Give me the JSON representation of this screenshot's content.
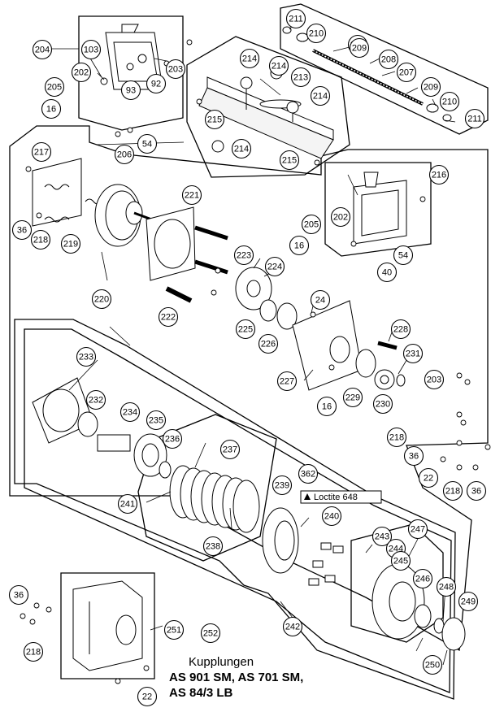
{
  "caption": {
    "title": "Kupplungen",
    "models_line1": "AS 901 SM, AS 701 SM,",
    "models_line2": "AS 84/3 LB"
  },
  "note": {
    "label": "Loctite 648"
  },
  "callouts": [
    {
      "id": "c-211-top",
      "label": "211"
    },
    {
      "id": "c-210-top",
      "label": "210"
    },
    {
      "id": "c-212",
      "label": "212"
    },
    {
      "id": "c-209-top",
      "label": "209"
    },
    {
      "id": "c-208",
      "label": "208"
    },
    {
      "id": "c-207",
      "label": "207"
    },
    {
      "id": "c-209-b",
      "label": "209"
    },
    {
      "id": "c-210-b",
      "label": "210"
    },
    {
      "id": "c-211-b",
      "label": "211"
    },
    {
      "id": "c-204",
      "label": "204"
    },
    {
      "id": "c-103",
      "label": "103"
    },
    {
      "id": "c-203-a",
      "label": "203"
    },
    {
      "id": "c-202-a",
      "label": "202"
    },
    {
      "id": "c-93",
      "label": "93"
    },
    {
      "id": "c-92",
      "label": "92"
    },
    {
      "id": "c-205-a",
      "label": "205"
    },
    {
      "id": "c-16-a",
      "label": "16"
    },
    {
      "id": "c-206",
      "label": "206"
    },
    {
      "id": "c-54-a",
      "label": "54"
    },
    {
      "id": "c-214-a",
      "label": "214"
    },
    {
      "id": "c-214-b",
      "label": "214"
    },
    {
      "id": "c-213",
      "label": "213"
    },
    {
      "id": "c-214-c",
      "label": "214"
    },
    {
      "id": "c-215-a",
      "label": "215"
    },
    {
      "id": "c-214-d",
      "label": "214"
    },
    {
      "id": "c-215-b",
      "label": "215"
    },
    {
      "id": "c-217",
      "label": "217"
    },
    {
      "id": "c-221",
      "label": "221"
    },
    {
      "id": "c-216",
      "label": "216"
    },
    {
      "id": "c-36-a",
      "label": "36"
    },
    {
      "id": "c-218-a",
      "label": "218"
    },
    {
      "id": "c-219",
      "label": "219"
    },
    {
      "id": "c-202-b",
      "label": "202"
    },
    {
      "id": "c-205-b",
      "label": "205"
    },
    {
      "id": "c-16-b",
      "label": "16"
    },
    {
      "id": "c-54-b",
      "label": "54"
    },
    {
      "id": "c-40",
      "label": "40"
    },
    {
      "id": "c-223",
      "label": "223"
    },
    {
      "id": "c-224",
      "label": "224"
    },
    {
      "id": "c-220",
      "label": "220"
    },
    {
      "id": "c-24",
      "label": "24"
    },
    {
      "id": "c-222",
      "label": "222"
    },
    {
      "id": "c-225",
      "label": "225"
    },
    {
      "id": "c-226",
      "label": "226"
    },
    {
      "id": "c-228",
      "label": "228"
    },
    {
      "id": "c-233",
      "label": "233"
    },
    {
      "id": "c-231",
      "label": "231"
    },
    {
      "id": "c-227",
      "label": "227"
    },
    {
      "id": "c-203-b",
      "label": "203"
    },
    {
      "id": "c-232",
      "label": "232"
    },
    {
      "id": "c-229",
      "label": "229"
    },
    {
      "id": "c-230",
      "label": "230"
    },
    {
      "id": "c-16-c",
      "label": "16"
    },
    {
      "id": "c-234",
      "label": "234"
    },
    {
      "id": "c-235",
      "label": "235"
    },
    {
      "id": "c-236",
      "label": "236"
    },
    {
      "id": "c-218-b",
      "label": "218"
    },
    {
      "id": "c-237",
      "label": "237"
    },
    {
      "id": "c-36-b",
      "label": "36"
    },
    {
      "id": "c-22-a",
      "label": "22"
    },
    {
      "id": "c-218-c",
      "label": "218"
    },
    {
      "id": "c-36-c",
      "label": "36"
    },
    {
      "id": "c-362",
      "label": "362"
    },
    {
      "id": "c-239",
      "label": "239"
    },
    {
      "id": "c-241",
      "label": "241"
    },
    {
      "id": "c-240",
      "label": "240"
    },
    {
      "id": "c-247",
      "label": "247"
    },
    {
      "id": "c-243",
      "label": "243"
    },
    {
      "id": "c-238",
      "label": "238"
    },
    {
      "id": "c-244",
      "label": "244"
    },
    {
      "id": "c-245",
      "label": "245"
    },
    {
      "id": "c-246",
      "label": "246"
    },
    {
      "id": "c-248",
      "label": "248"
    },
    {
      "id": "c-249",
      "label": "249"
    },
    {
      "id": "c-36-d",
      "label": "36"
    },
    {
      "id": "c-251",
      "label": "251"
    },
    {
      "id": "c-242",
      "label": "242"
    },
    {
      "id": "c-252",
      "label": "252"
    },
    {
      "id": "c-218-d",
      "label": "218"
    },
    {
      "id": "c-250",
      "label": "250"
    },
    {
      "id": "c-22-b",
      "label": "22"
    }
  ]
}
